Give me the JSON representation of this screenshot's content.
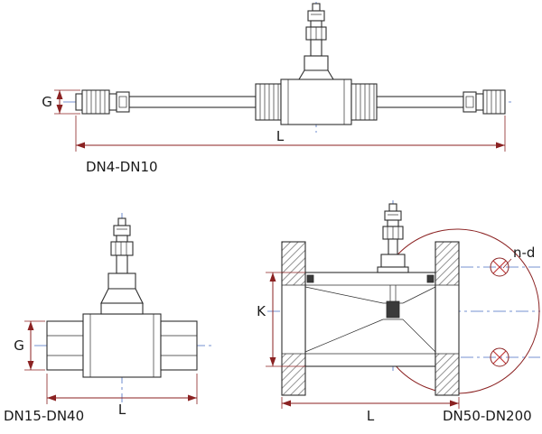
{
  "colors": {
    "background": "#ffffff",
    "line": "#2e2e2e",
    "dimension": "#8b2222",
    "centerline": "#4a6fc4",
    "bolt_hole_mark": "#c23b3b",
    "text": "#1a1a1a"
  },
  "views": {
    "threaded_small": {
      "label": "DN4-DN10",
      "dim_thread": "G",
      "dim_length": "L"
    },
    "threaded_medium": {
      "label": "DN15-DN40",
      "dim_thread": "G",
      "dim_length": "L"
    },
    "flanged_large": {
      "label": "DN50-DN200",
      "dim_flange": "K",
      "dim_length": "L",
      "bolt_holes": "n-d"
    }
  }
}
